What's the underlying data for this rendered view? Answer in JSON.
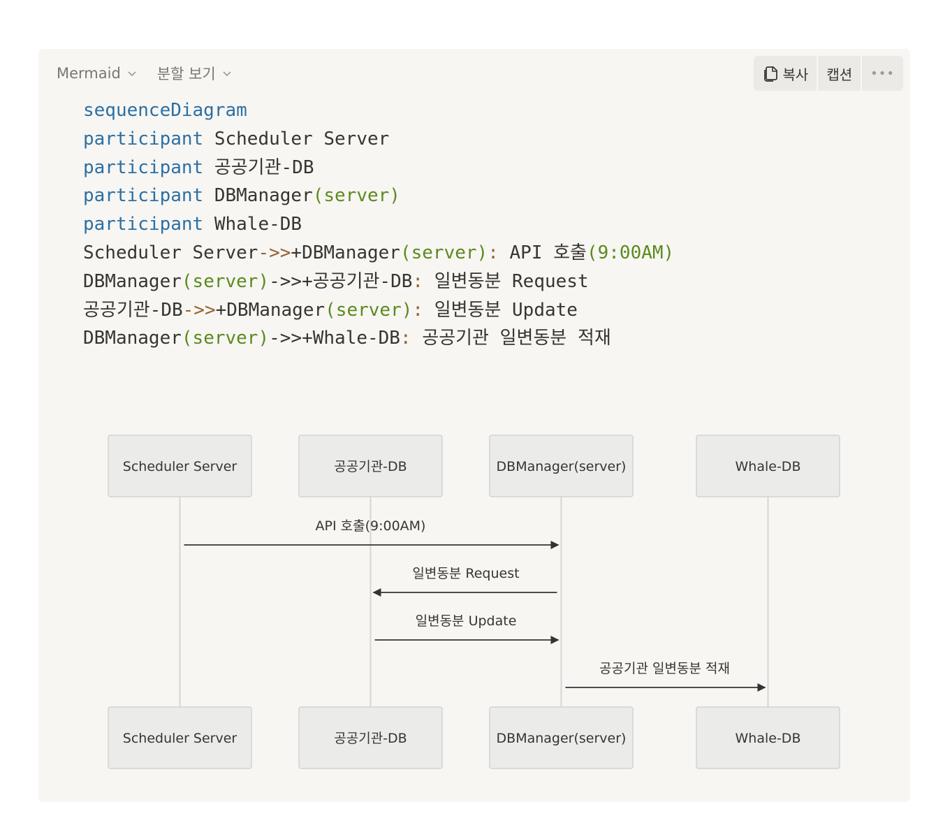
{
  "toolbar": {
    "language_label": "Mermaid",
    "view_label": "분할 보기",
    "copy_label": "복사",
    "caption_label": "캡션",
    "more_label": "•••"
  },
  "code": {
    "lines": [
      [
        {
          "t": "sequenceDiagram",
          "c": "kw"
        }
      ],
      [
        {
          "t": "participant",
          "c": "kw"
        },
        {
          "t": " Scheduler Server",
          "c": ""
        }
      ],
      [
        {
          "t": "participant",
          "c": "kw"
        },
        {
          "t": " 공공기관-DB",
          "c": ""
        }
      ],
      [
        {
          "t": "participant",
          "c": "kw"
        },
        {
          "t": " DBManager",
          "c": ""
        },
        {
          "t": "(server)",
          "c": "gr"
        }
      ],
      [
        {
          "t": "participant",
          "c": "kw"
        },
        {
          "t": " Whale-DB",
          "c": ""
        }
      ],
      [
        {
          "t": "Scheduler Server",
          "c": ""
        },
        {
          "t": "->>",
          "c": "ar"
        },
        {
          "t": "+DBManager",
          "c": ""
        },
        {
          "t": "(server)",
          "c": "gr"
        },
        {
          "t": ":",
          "c": "ar"
        },
        {
          "t": " API 호출",
          "c": ""
        },
        {
          "t": "(9:00AM)",
          "c": "gr"
        }
      ],
      [
        {
          "t": "DBManager",
          "c": ""
        },
        {
          "t": "(server)",
          "c": "gr"
        },
        {
          "t": "->>+공공기관-DB",
          "c": ""
        },
        {
          "t": ":",
          "c": "ar"
        },
        {
          "t": " 일변동분 Request",
          "c": ""
        }
      ],
      [
        {
          "t": "공공기관-DB",
          "c": ""
        },
        {
          "t": "->>",
          "c": "ar"
        },
        {
          "t": "+DBManager",
          "c": ""
        },
        {
          "t": "(server)",
          "c": "gr"
        },
        {
          "t": ":",
          "c": "ar"
        },
        {
          "t": " 일변동분 Update",
          "c": ""
        }
      ],
      [
        {
          "t": "DBManager",
          "c": ""
        },
        {
          "t": "(server)",
          "c": "gr"
        },
        {
          "t": "->>+Whale-DB",
          "c": ""
        },
        {
          "t": ":",
          "c": "ar"
        },
        {
          "t": " 공공기관 일변동분 적재",
          "c": ""
        }
      ]
    ]
  },
  "diagram": {
    "participants": [
      "Scheduler Server",
      "공공기관-DB",
      "DBManager(server)",
      "Whale-DB"
    ],
    "messages": [
      {
        "label": "API 호출(9:00AM)",
        "from": 0,
        "to": 2
      },
      {
        "label": "일변동분 Request",
        "from": 2,
        "to": 1
      },
      {
        "label": "일변동분 Update",
        "from": 1,
        "to": 2
      },
      {
        "label": "공공기관 일변동분 적재",
        "from": 2,
        "to": 3
      }
    ]
  },
  "colors": {
    "keyword": "#2d6fa3",
    "paren": "#5c8a1e",
    "arrow": "#946333",
    "actor_fill": "#ebebea",
    "actor_stroke": "#d3d3d1",
    "lifeline": "#d6d6d4",
    "message_line": "#333333"
  }
}
